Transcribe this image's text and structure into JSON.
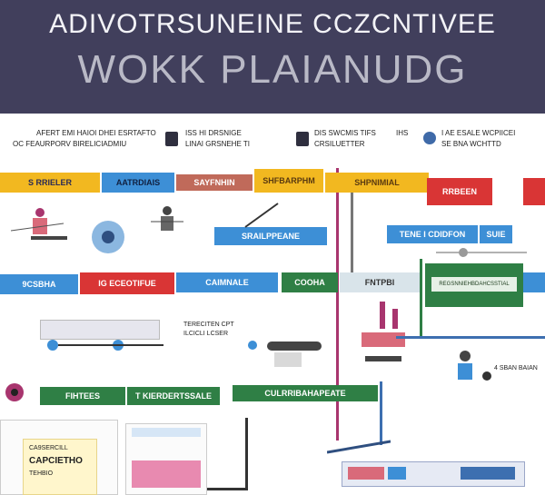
{
  "banner": {
    "title_line1": "ADIVOTRSUNEINE  CCZCNTIVEE",
    "title_line2": "WOKK PLAIANUDG",
    "background": "#413f5c"
  },
  "headers": {
    "col1_line1": "AFERT EMI HAIOI DHEI ESRTAFTO",
    "col1_line2": "OC FEAURPORV BIRELICIADMIU",
    "col2_line1": "ISS HI DRSNIGE",
    "col2_line2": "LINAI GRSNEHE TI",
    "col3_line1": "DIS SWCMIS TIFS",
    "col3_line2": "CRSILUETTER",
    "col4_mark": "IHS",
    "col4_line1": "I AE ESALE WCPIICEI",
    "col4_line2": "SE BNA  WCHTTD"
  },
  "row1": {
    "b1": "S RRIELER",
    "b2": "AATRDIAIS",
    "b3": "SAYFNHIN",
    "b4": "SHFBARPHM",
    "b5": "SHPNIMIAL",
    "b6": "RRBEEN"
  },
  "row2": {
    "b1": "SRAILPPEANE",
    "b2": "TENE I CDIDFON",
    "b3": "SUIE"
  },
  "row3": {
    "b1": "9CSBHA",
    "b2": "IG ECEOTIFUE",
    "b3": "CAIMNALE",
    "b4": "COOHA",
    "b5": "FNTPBI",
    "card": "REGSNNIEHBDAHCSSTIAL"
  },
  "mid": {
    "label1": "TERECITEN CPT",
    "label2": "ILCICLI LCSER",
    "label3": "4 SBAN BAIAN"
  },
  "row4": {
    "b1": "FIHTEES",
    "b2": "T KIERDERTSSALE",
    "b3": "CULRRIBAHAPEATE"
  },
  "bottom": {
    "card1_line1": "CA9SERCILL",
    "card1_line2": "CAPCIETHO",
    "card1_line3": "TEHBIO"
  },
  "colors": {
    "yellow": "#f2b820",
    "blue": "#3d8fd6",
    "teal": "#2f7f9e",
    "red": "#d93535",
    "green": "#2f7f45",
    "purple": "#a8356e"
  }
}
